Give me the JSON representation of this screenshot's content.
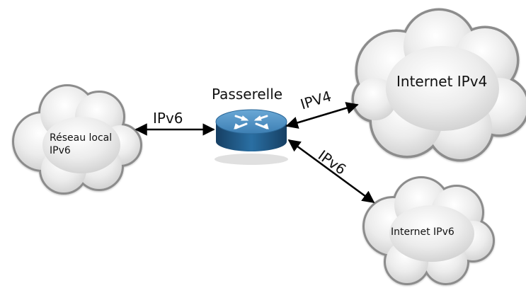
{
  "clouds": {
    "local": {
      "line1": "Réseau local",
      "line2": "IPv6"
    },
    "ipv4": {
      "label": "Internet IPv4"
    },
    "ipv6": {
      "label": "Internet IPv6"
    }
  },
  "router": {
    "label": "Passerelle"
  },
  "links": {
    "local": "IPv6",
    "ipv4": "IPV4",
    "ipv6": "IPv6"
  },
  "colors": {
    "cloud_fill": "#e4e4e4",
    "cloud_outline": "#8c8c8c",
    "router_top": "#4d8dbf",
    "router_body": "#1f5c8c",
    "arrow": "#000000"
  }
}
